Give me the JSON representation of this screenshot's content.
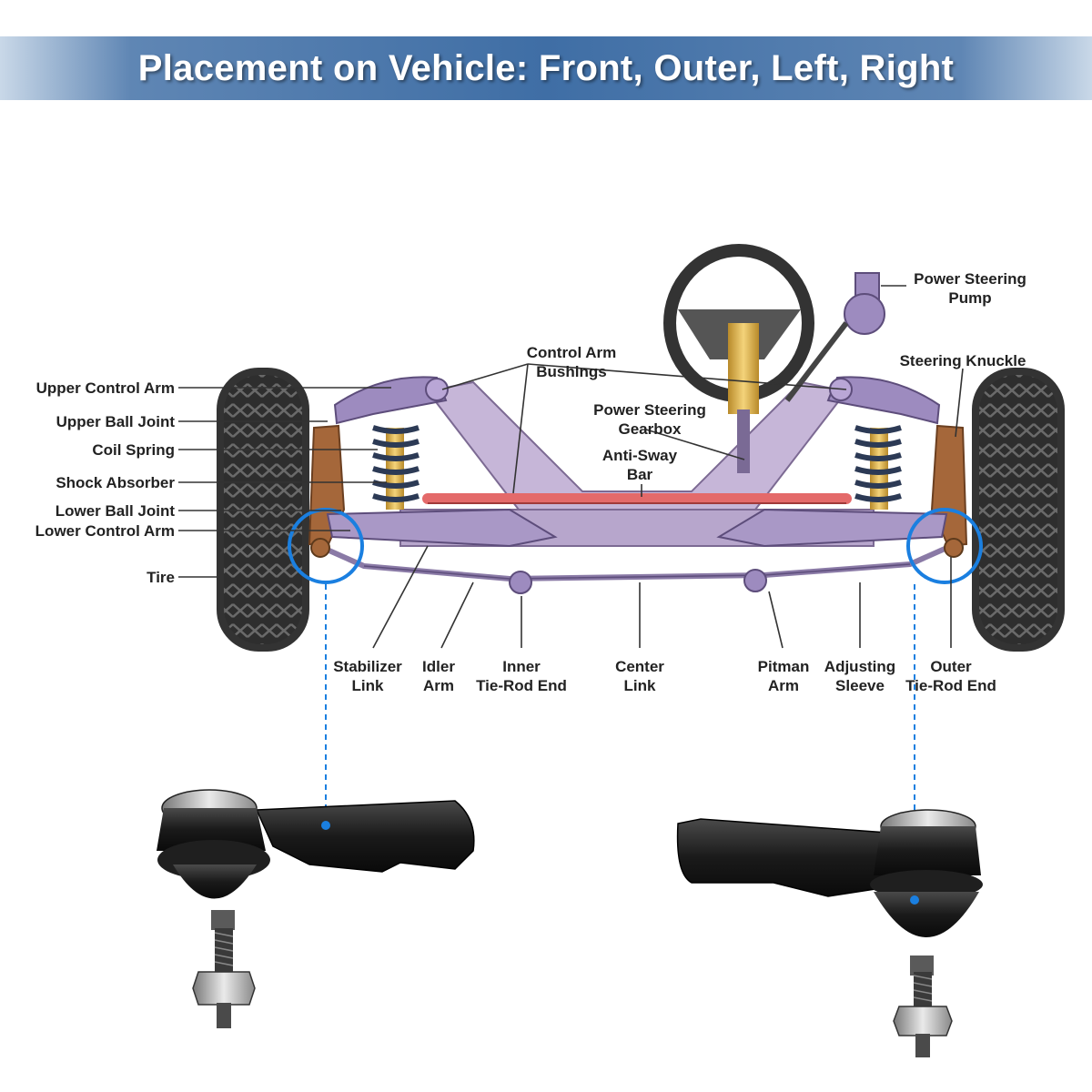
{
  "banner": {
    "title": "Placement on Vehicle: Front, Outer, Left, Right"
  },
  "labels": {
    "upper_control_arm": "Upper Control Arm",
    "upper_ball_joint": "Upper Ball Joint",
    "coil_spring": "Coil Spring",
    "shock_absorber": "Shock Absorber",
    "lower_ball_joint": "Lower Ball Joint",
    "lower_control_arm": "Lower Control Arm",
    "tire": "Tire",
    "control_arm_bushings_1": "Control Arm",
    "control_arm_bushings_2": "Bushings",
    "power_steering_gearbox_1": "Power Steering",
    "power_steering_gearbox_2": "Gearbox",
    "anti_sway_bar_1": "Anti-Sway",
    "anti_sway_bar_2": "Bar",
    "power_steering_pump_1": "Power Steering",
    "power_steering_pump_2": "Pump",
    "steering_knuckle": "Steering Knuckle",
    "stabilizer_link_1": "Stabilizer",
    "stabilizer_link_2": "Link",
    "idler_arm_1": "Idler",
    "idler_arm_2": "Arm",
    "inner_tie_rod_end_1": "Inner",
    "inner_tie_rod_end_2": "Tie-Rod End",
    "center_link_1": "Center",
    "center_link_2": "Link",
    "pitman_arm_1": "Pitman",
    "pitman_arm_2": "Arm",
    "adjusting_sleeve_1": "Adjusting",
    "adjusting_sleeve_2": "Sleeve",
    "outer_tie_rod_end_1": "Outer",
    "outer_tie_rod_end_2": "Tie-Rod End"
  },
  "colors": {
    "banner": "#3f6ea5",
    "frame": "#c6b6d8",
    "anti_sway_bar": "#e46a6a",
    "highlight_circle": "#1a7fe0",
    "tire": "#3a3a3a"
  }
}
